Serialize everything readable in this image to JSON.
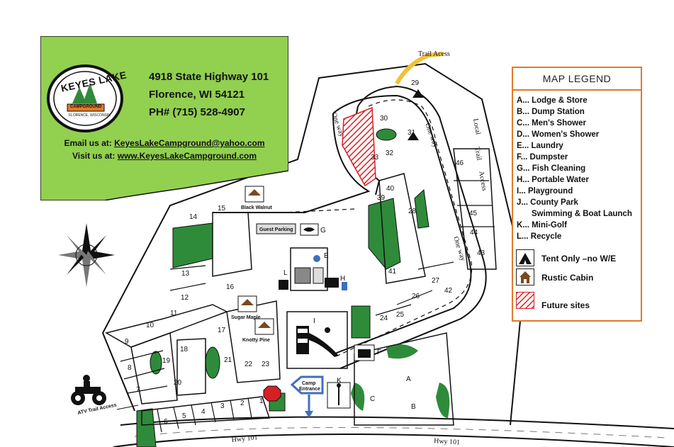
{
  "info": {
    "logo_name": "KEYES LAKE",
    "logo_banner": "CAMPGROUND",
    "logo_location": "FLORENCE, WISCONSIN",
    "address_line1": "4918 State Highway 101",
    "address_line2": "Florence, WI 54121",
    "phone": "PH# (715) 528-4907",
    "email_prefix": "Email us at: ",
    "email": "KeyesLakeCampground@yahoo.com",
    "visit_prefix": "Visit us at: ",
    "website": "www.KeyesLakeCampground.com"
  },
  "legend": {
    "title": "MAP LEGEND",
    "items": [
      "A... Lodge & Store",
      "B... Dump Station",
      "C... Men's Shower",
      "D... Women's Shower",
      "E... Laundry",
      "F... Dumpster",
      "G... Fish Cleaning",
      "H... Portable Water",
      "I...  Playground",
      "J... County Park",
      "Swimming & Boat Launch",
      "K... Mini-Golf",
      "L... Recycle"
    ],
    "symbols": {
      "tent": "Tent Only –no W/E",
      "cabin": "Rustic Cabin",
      "future": "Future sites"
    }
  },
  "map": {
    "trail_access": "Trail Acess",
    "local_trail_access": [
      "Local",
      "Trail",
      "Access"
    ],
    "one_way": "One way",
    "hwy": "Hwy 101",
    "atv": "ATV Trail Access",
    "camp_entrance": [
      "Camp",
      "Entrance"
    ],
    "guest_parking": "Guest Parking",
    "cabins": {
      "black_walnut": "Black Walnut",
      "sugar_maple": "Sugar Maple",
      "knotty_pine": "Knotty Pine"
    },
    "letters": {
      "A": "A",
      "B": "B",
      "C": "C",
      "E": "E",
      "F": "F",
      "G": "G",
      "H": "H",
      "I": "I",
      "K": "K",
      "L": "L"
    },
    "sites": {
      "s1": "1",
      "s2": "2",
      "s3": "3",
      "s4": "4",
      "s5": "5",
      "s6": "6",
      "s7": "7",
      "s8": "8",
      "s9": "9",
      "s10": "10",
      "s11": "11",
      "s12": "12",
      "s13": "13",
      "s14": "14",
      "s15": "15",
      "s16": "16",
      "s17": "17",
      "s18": "18",
      "s19": "19",
      "s20": "20",
      "s21": "21",
      "s22": "22",
      "s23": "23",
      "s24": "24",
      "s25": "25",
      "s26": "26",
      "s27": "27",
      "s28": "28",
      "s29": "29",
      "s30": "30",
      "s31": "31",
      "s32": "32",
      "s33": "33",
      "s39": "39",
      "s40": "40",
      "s41": "41",
      "s42": "42",
      "s43": "43",
      "s44": "44",
      "s45": "45",
      "s46": "46"
    }
  },
  "colors": {
    "card_green": "#92d050",
    "park_green": "#2e8b3a",
    "legend_border": "#e07a2a",
    "future_red": "#d81f26",
    "trail_yellow": "#f2c037",
    "entrance_blue": "#3f6fbf"
  }
}
